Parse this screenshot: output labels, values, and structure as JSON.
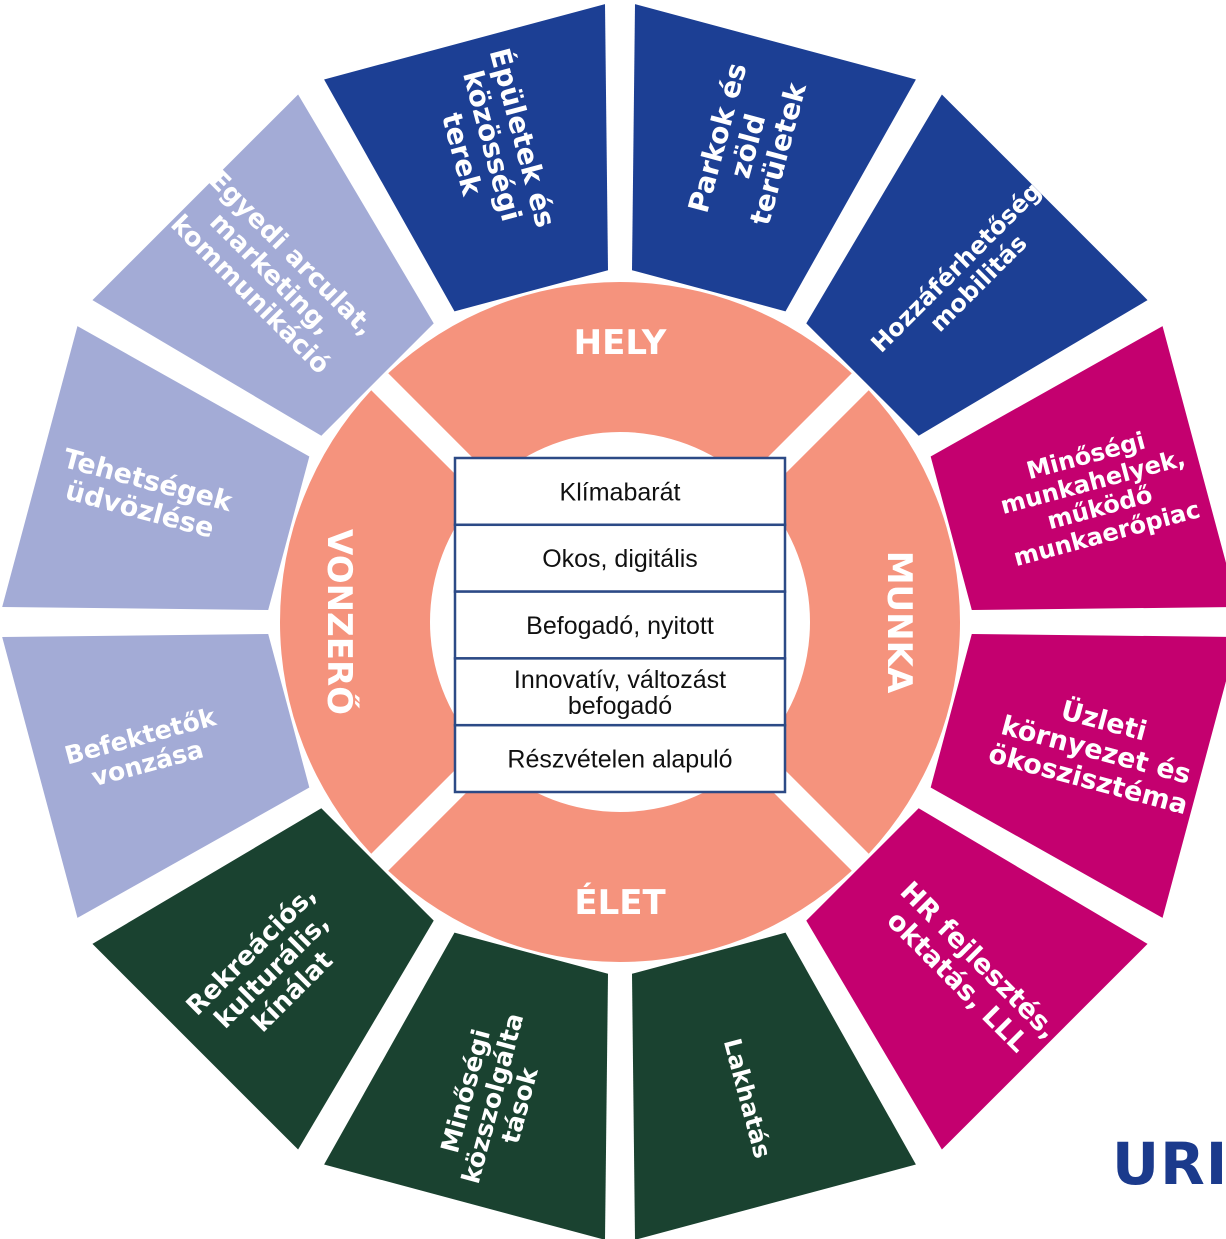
{
  "core_segments": [
    {
      "key": "hely",
      "label": "HELY"
    },
    {
      "key": "munka",
      "label": "MUNKA"
    },
    {
      "key": "elet",
      "label": "ÉLET"
    },
    {
      "key": "vonzero",
      "label": "VONZERŐ"
    }
  ],
  "center_items": [
    [
      "Klímabarát"
    ],
    [
      "Okos, digitális"
    ],
    [
      "Befogadó, nyitott"
    ],
    [
      "Innovatív, változást",
      "befogadó"
    ],
    [
      "Részvételen alapuló"
    ]
  ],
  "outer_segments": [
    {
      "group": "hely",
      "lines": [
        "Épületek és",
        "közösségi",
        "terek"
      ]
    },
    {
      "group": "hely",
      "lines": [
        "Parkok és",
        "zöld",
        "területek"
      ]
    },
    {
      "group": "hely",
      "lines": [
        "Hozzáférhetőség,",
        "mobilitás"
      ]
    },
    {
      "group": "munka",
      "lines": [
        "Minőségi",
        "munkahelyek,",
        "működő",
        "munkaerőpiac"
      ]
    },
    {
      "group": "munka",
      "lines": [
        "Üzleti",
        "környezet és",
        "ökoszisztéma"
      ]
    },
    {
      "group": "munka",
      "lines": [
        "HR fejlesztés,",
        "oktatás, LLL"
      ]
    },
    {
      "group": "elet",
      "lines": [
        "Lakhatás"
      ]
    },
    {
      "group": "elet",
      "lines": [
        "Minőségi",
        "közszolgálta",
        "tások"
      ]
    },
    {
      "group": "elet",
      "lines": [
        "Rekreációs,",
        "kulturális,",
        "kínálat"
      ]
    },
    {
      "group": "vonzero",
      "lines": [
        "Befektetők",
        "vonzása"
      ]
    },
    {
      "group": "vonzero",
      "lines": [
        "Tehetségek",
        "üdvözlése"
      ]
    },
    {
      "group": "vonzero",
      "lines": [
        "Egyedi arculat,",
        "marketing,",
        "kommunikáció"
      ]
    }
  ],
  "logo": {
    "text": "URI"
  },
  "colors": {
    "hely": "#1c3f94",
    "munka": "#c4006f",
    "elet": "#1a4230",
    "vonzero": "#a3abd6",
    "core": "#f5937d",
    "box_border": "#2c4a86",
    "logo": "#1b3a8c"
  }
}
